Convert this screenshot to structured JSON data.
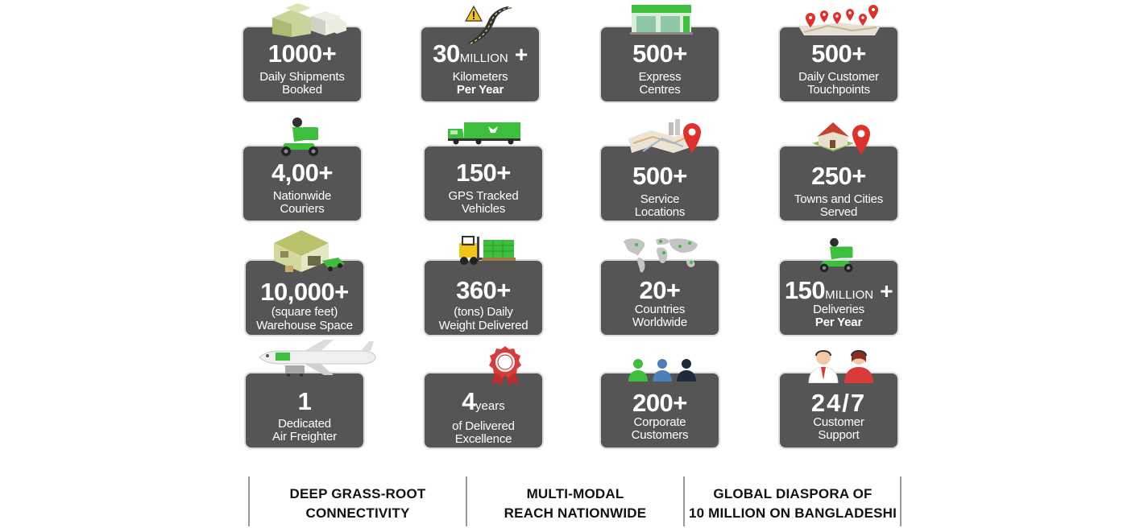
{
  "cards": [
    {
      "num": "1000+",
      "l1": "Daily Shipments",
      "l2": "Booked",
      "icon": "boxes-icon"
    },
    {
      "num": "30",
      "small": "MILLION",
      "plus": "+",
      "l1": "Kilometers",
      "l2": "Per Year",
      "icon": "road-icon"
    },
    {
      "num": "500+",
      "l1": "Express",
      "l2": "Centres",
      "icon": "express-centre-icon"
    },
    {
      "num": "500+",
      "l1": "Daily Customer",
      "l2": "Touchpoints",
      "icon": "map-pins-icon"
    },
    {
      "num": "4,00+",
      "l1": "Nationwide",
      "l2": "Couriers",
      "icon": "scooter-courier-icon"
    },
    {
      "num": "150+",
      "l1": "GPS Tracked",
      "l2": "Vehicles",
      "icon": "truck-icon"
    },
    {
      "num": "500+",
      "l1": "Service",
      "l2": "Locations",
      "icon": "location-map-icon"
    },
    {
      "num": "250+",
      "l1": "Towns and Cities",
      "l2": "Served",
      "icon": "house-pin-icon"
    },
    {
      "num": "10,000+",
      "l1": "(square feet)",
      "l2": "Warehouse Space",
      "icon": "warehouse-icon"
    },
    {
      "num": "360+",
      "l1": "(tons) Daily",
      "l2": "Weight Delivered",
      "icon": "forklift-icon"
    },
    {
      "num": "20+",
      "l1": "Countries",
      "l2": "Worldwide",
      "icon": "world-map-icon"
    },
    {
      "num": "150",
      "small": "MILLION",
      "plus": "+",
      "l1": "Deliveries",
      "l2": "Per Year",
      "icon": "scooter-delivery-icon"
    },
    {
      "num": "1",
      "l1": "Dedicated",
      "l2": "Air Freighter",
      "icon": "airplane-icon"
    },
    {
      "num": "4",
      "small": "years",
      "l1": "of Delivered",
      "l2": "Excellence",
      "icon": "award-badge-icon"
    },
    {
      "num": "200+",
      "l1": "Corporate",
      "l2": "Customers",
      "icon": "people-icon"
    },
    {
      "num": "24/7",
      "l1": "Customer",
      "l2": "Support",
      "icon": "support-agents-icon"
    }
  ],
  "pillars": [
    {
      "line1": "DEEP GRASS-ROOT",
      "line2": "CONNECTIVITY"
    },
    {
      "line1": "MULTI-MODAL",
      "line2": "REACH NATIONWIDE"
    },
    {
      "line1": "GLOBAL DIASPORA OF",
      "line2": "10 MILLION ON BANGLADESHI"
    }
  ],
  "colors": {
    "card": "#555555",
    "accent_green": "#3dbf3d",
    "pin_red": "#e0302a"
  }
}
